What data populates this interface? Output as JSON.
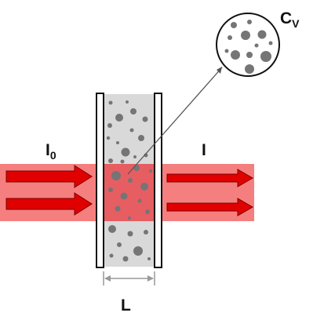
{
  "labels": {
    "incident_intensity": "I",
    "incident_subscript": "0",
    "transmitted_intensity": "I",
    "path_length": "L",
    "concentration": "C",
    "concentration_subscript": "V"
  },
  "colors": {
    "beam": "#f57f7f",
    "beam_in_sample": "#e8484c",
    "arrow_fill": "#e00000",
    "sample_fill": "#d9d9d9",
    "particle": "#757575",
    "wall": "#111111",
    "dimension_line": "#999999"
  },
  "icons": {
    "arrow": "right-arrow-icon",
    "magnifier": "magnified-particles-icon"
  }
}
